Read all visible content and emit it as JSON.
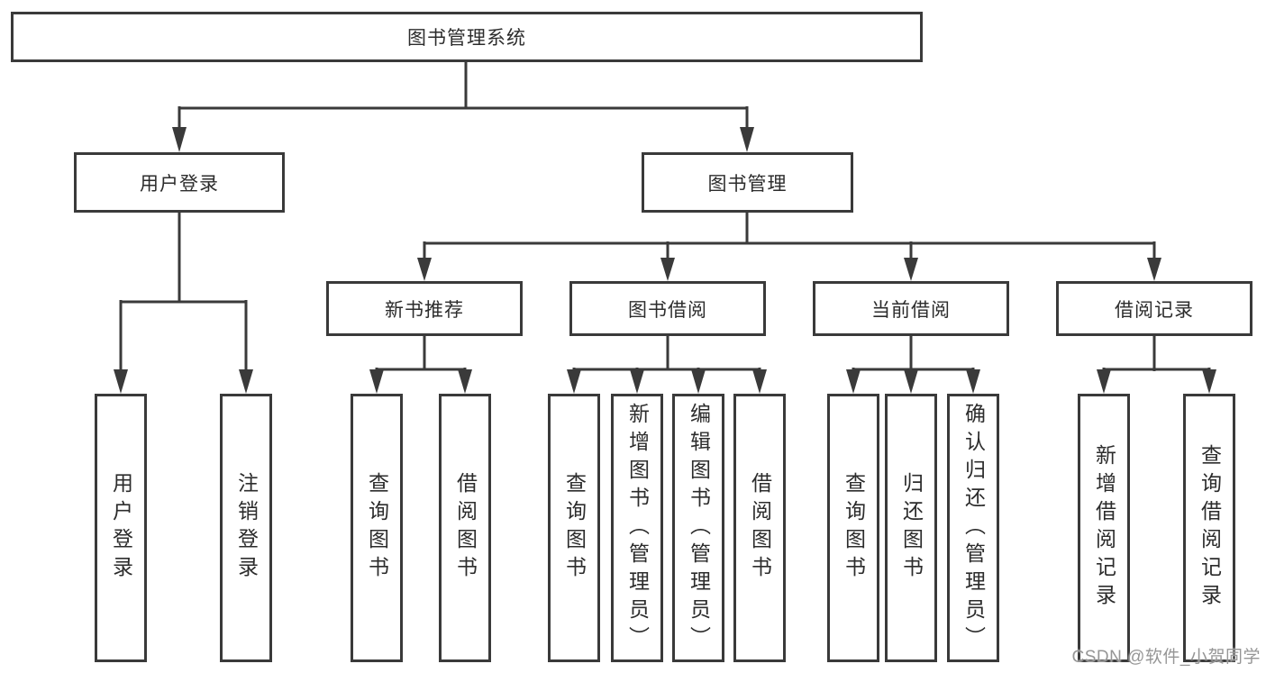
{
  "diagram_type": "hierarchy",
  "tree": {
    "label": "图书管理系统",
    "children": [
      {
        "label": "用户登录",
        "children": [
          {
            "label": "用户登录"
          },
          {
            "label": "注销登录"
          }
        ]
      },
      {
        "label": "图书管理",
        "children": [
          {
            "label": "新书推荐",
            "children": [
              {
                "label": "查询图书"
              },
              {
                "label": "借阅图书"
              }
            ]
          },
          {
            "label": "图书借阅",
            "children": [
              {
                "label": "查询图书"
              },
              {
                "label": "新增图书（管理员）"
              },
              {
                "label": "编辑图书（管理员）"
              },
              {
                "label": "借阅图书"
              }
            ]
          },
          {
            "label": "当前借阅",
            "children": [
              {
                "label": "查询图书"
              },
              {
                "label": "归还图书"
              },
              {
                "label": "确认归还（管理员）"
              }
            ]
          },
          {
            "label": "借阅记录",
            "children": [
              {
                "label": "新增借阅记录"
              },
              {
                "label": "查询借阅记录"
              }
            ]
          }
        ]
      }
    ]
  },
  "watermark": "CSDN @软件_小贺同学",
  "colors": {
    "line": "#3a3a3a",
    "box_border": "#3a3a3a",
    "text": "#2c2c2c",
    "watermark": "#969696",
    "background": "#ffffff"
  }
}
